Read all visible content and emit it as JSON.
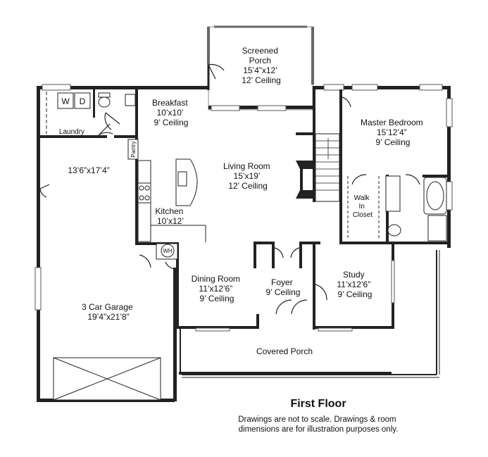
{
  "plan": {
    "title": "First Floor",
    "note": [
      "Drawings are not to scale. Drawings & room",
      "dimensions are for illustration purposes only."
    ],
    "rooms": [
      {
        "id": "screened-porch",
        "lines": [
          "Screened",
          "Porch",
          "15’4”x12’",
          "12’ Ceiling"
        ]
      },
      {
        "id": "breakfast",
        "lines": [
          "Breakfast",
          "10’x10’",
          "9’ Ceiling"
        ]
      },
      {
        "id": "laundry",
        "lines": [
          "Laundry"
        ]
      },
      {
        "id": "garage-upper",
        "lines": [
          "13’6”x17’4”"
        ]
      },
      {
        "id": "living-room",
        "lines": [
          "Living Room",
          "15’x19’",
          "12’ Ceiling"
        ]
      },
      {
        "id": "master-bedroom",
        "lines": [
          "Master Bedroom",
          "15’12’4”",
          "9’ Ceiling"
        ]
      },
      {
        "id": "walk-in-closet",
        "lines": [
          "Walk",
          "In",
          "Closet"
        ]
      },
      {
        "id": "kitchen",
        "lines": [
          "Kitchen",
          "10’x12’"
        ]
      },
      {
        "id": "dining-room",
        "lines": [
          "Dining Room",
          "11’x12’6”",
          "9’ Ceiling"
        ]
      },
      {
        "id": "foyer",
        "lines": [
          "Foyer",
          "9’ Ceiling"
        ]
      },
      {
        "id": "study",
        "lines": [
          "Study",
          "11’x12’6”",
          "9’ Ceiling"
        ]
      },
      {
        "id": "garage",
        "lines": [
          "3 Car Garage",
          "19’4”x21’8”"
        ]
      },
      {
        "id": "covered-porch",
        "lines": [
          "Covered Porch"
        ]
      }
    ],
    "fixtures": {
      "washer": "W",
      "dryer": "D",
      "pantry": "Pantry",
      "water_heater": "WH"
    }
  }
}
